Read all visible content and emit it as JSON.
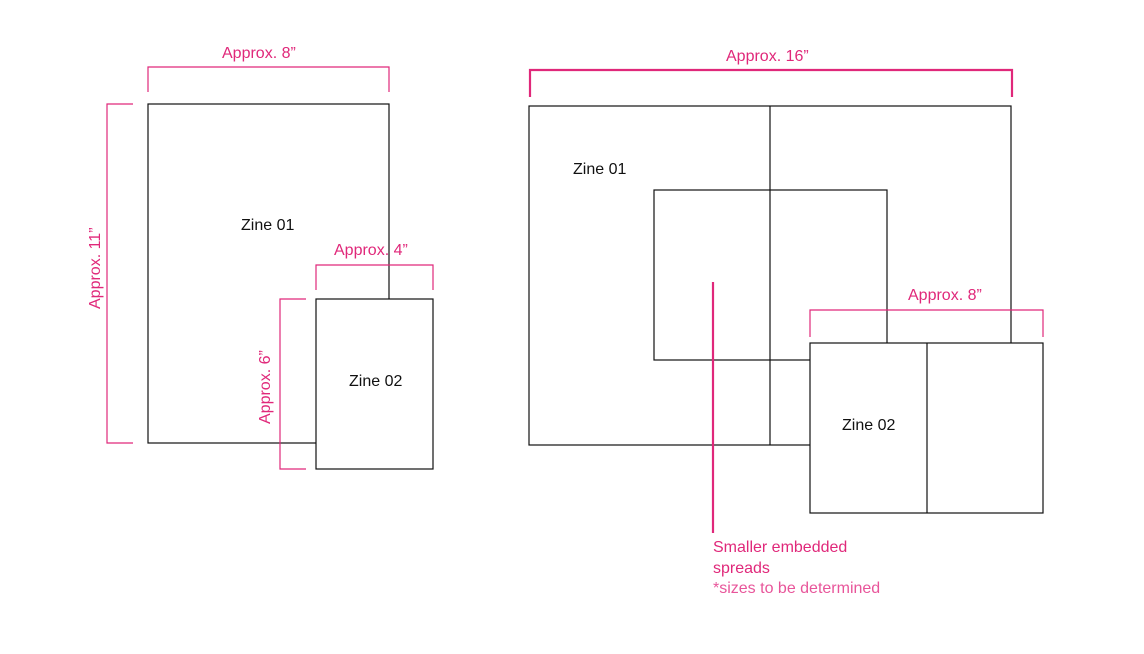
{
  "colors": {
    "accent": "#e0287a",
    "ink": "#111111",
    "background": "#ffffff"
  },
  "left_diagram": {
    "zine01_label": "Zine 01",
    "zine02_label": "Zine 02",
    "width_dim": "Approx. 8”",
    "height_dim": "Approx. 11”",
    "small_width_dim": "Approx. 4”",
    "small_height_dim": "Approx. 6”"
  },
  "right_diagram": {
    "zine01_label": "Zine 01",
    "zine02_label": "Zine 02",
    "spread_width_dim": "Approx. 16”",
    "small_spread_width_dim": "Approx. 8”",
    "callout_line1": "Smaller embedded",
    "callout_line2": "spreads",
    "callout_note": "*sizes to be determined"
  }
}
